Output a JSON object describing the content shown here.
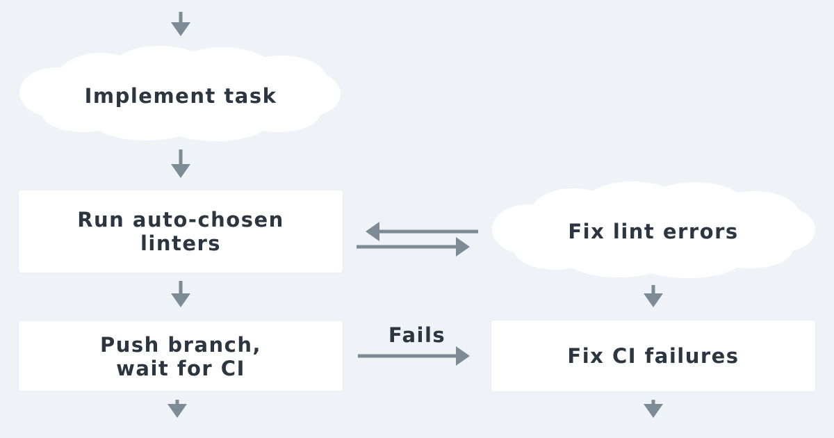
{
  "diagram": {
    "nodes": {
      "implement": {
        "label": "Implement task",
        "shape": "cloud"
      },
      "linters": {
        "label": "Run auto-chosen\nlinters",
        "shape": "box"
      },
      "fix_lint": {
        "label": "Fix lint errors",
        "shape": "cloud"
      },
      "push": {
        "label": "Push branch,\nwait for CI",
        "shape": "box"
      },
      "fix_ci": {
        "label": "Fix CI failures",
        "shape": "box"
      }
    },
    "edges": {
      "fails_label": "Fails"
    },
    "colors": {
      "background": "#eff2f6",
      "node_fill": "#ffffff",
      "arrow": "#7d8b97",
      "text": "#2c3640"
    }
  }
}
